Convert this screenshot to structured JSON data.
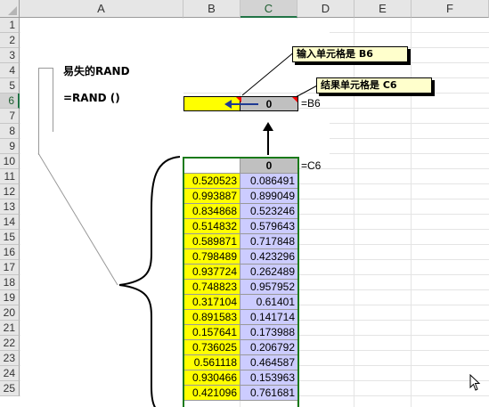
{
  "columns": [
    "A",
    "B",
    "C",
    "D",
    "E",
    "F"
  ],
  "selected_column": "C",
  "rows": [
    "1",
    "2",
    "3",
    "4",
    "5",
    "6",
    "7",
    "8",
    "9",
    "10",
    "11",
    "12",
    "13",
    "14",
    "15",
    "16",
    "17",
    "18",
    "19",
    "20",
    "21",
    "22",
    "23",
    "24",
    "25"
  ],
  "selected_row": "6",
  "notes": {
    "title": "易失的RAND",
    "formula": "=RAND ()"
  },
  "input_block": {
    "c6_value": "0",
    "d6_label": "=B6"
  },
  "callouts": {
    "input_cell": "输入单元格是 B6",
    "result_cell": "结果单元格是 C6"
  },
  "table": {
    "header_c": "0",
    "header_label": "=C6",
    "rows": [
      {
        "b": "0.520523",
        "c": "0.086491"
      },
      {
        "b": "0.993887",
        "c": "0.899049"
      },
      {
        "b": "0.834868",
        "c": "0.523246"
      },
      {
        "b": "0.514832",
        "c": "0.579643"
      },
      {
        "b": "0.589871",
        "c": "0.717848"
      },
      {
        "b": "0.798489",
        "c": "0.423296"
      },
      {
        "b": "0.937724",
        "c": "0.262489"
      },
      {
        "b": "0.748823",
        "c": "0.957952"
      },
      {
        "b": "0.317104",
        "c": "0.61401"
      },
      {
        "b": "0.891583",
        "c": "0.141714"
      },
      {
        "b": "0.157641",
        "c": "0.173988"
      },
      {
        "b": "0.736025",
        "c": "0.206792"
      },
      {
        "b": "0.561118",
        "c": "0.464587"
      },
      {
        "b": "0.930466",
        "c": "0.153963"
      },
      {
        "b": "0.421096",
        "c": "0.761681"
      }
    ]
  },
  "colors": {
    "input_fill": "#ffff00",
    "result_fill": "#c0c0c0",
    "table_c_fill": "#ccccff",
    "table_border": "#1a7a1a",
    "arrow": "#1f3a93"
  }
}
